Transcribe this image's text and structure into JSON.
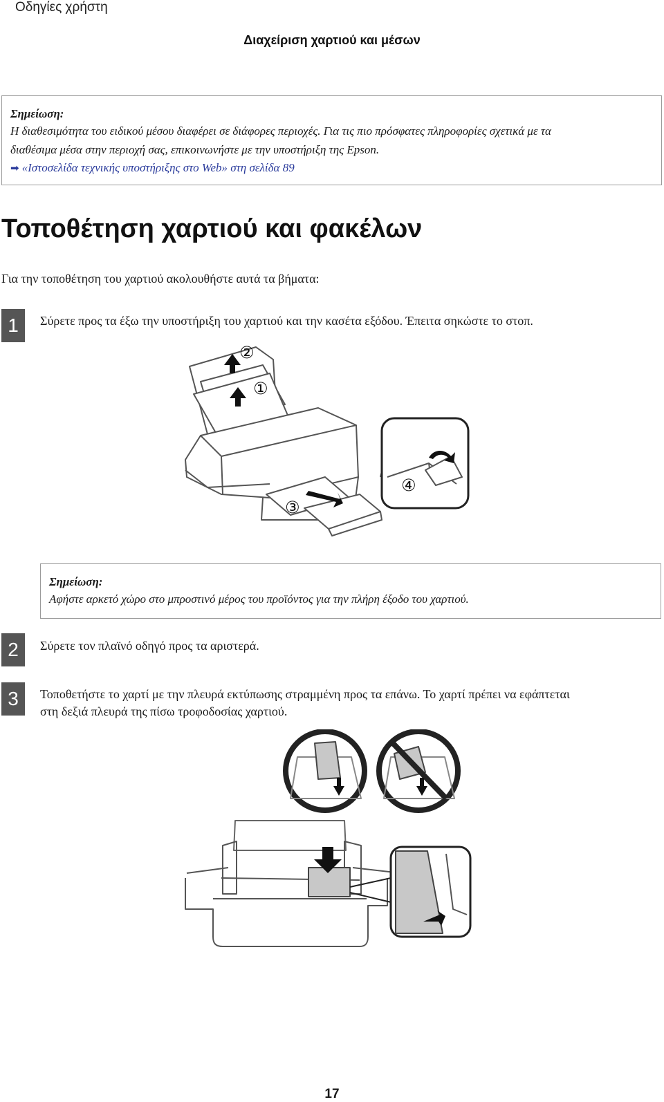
{
  "header": {
    "title": "Οδηγίες χρήστη"
  },
  "section": {
    "title": "Διαχείριση χαρτιού και μέσων"
  },
  "note1": {
    "label": "Σημείωση:",
    "line1": "Η διαθεσιμότητα του ειδικού μέσου διαφέρει σε διάφορες περιοχές. Για τις πιο πρόσφατες πληροφορίες σχετικά με τα",
    "line2": "διαθέσιμα μέσα στην περιοχή σας, επικοινωνήστε με την υποστήριξη της Epson.",
    "link": "«Ιστοσελίδα τεχνικής υποστήριξης στο Web» στη σελίδα 89"
  },
  "heading": "Τοποθέτηση χαρτιού και φακέλων",
  "intro": "Για την τοποθέτηση του χαρτιού ακολουθήστε αυτά τα βήματα:",
  "steps": [
    {
      "num": "1",
      "text": "Σύρετε προς τα έξω την υποστήριξη του χαρτιού και την κασέτα εξόδου. Έπειτα σηκώστε το στοπ."
    },
    {
      "num": "2",
      "text": "Σύρετε τον πλαϊνό οδηγό προς τα αριστερά."
    },
    {
      "num": "3",
      "line1": "Τοποθετήστε το χαρτί με την πλευρά εκτύπωσης στραμμένη προς τα επάνω. Το χαρτί πρέπει να εφάπτεται",
      "line2": "στη δεξιά πλευρά της πίσω τροφοδοσίας χαρτιού."
    }
  ],
  "note2": {
    "label": "Σημείωση:",
    "text": "Αφήστε αρκετό χώρο στο μπροστινό μέρος του προϊόντος για την πλήρη έξοδο του χαρτιού."
  },
  "callouts": [
    "②",
    "①",
    "③",
    "④"
  ],
  "page_number": "17",
  "colors": {
    "link": "#2a3b9c",
    "step_badge": "#555555",
    "border": "#9a9a9a"
  }
}
